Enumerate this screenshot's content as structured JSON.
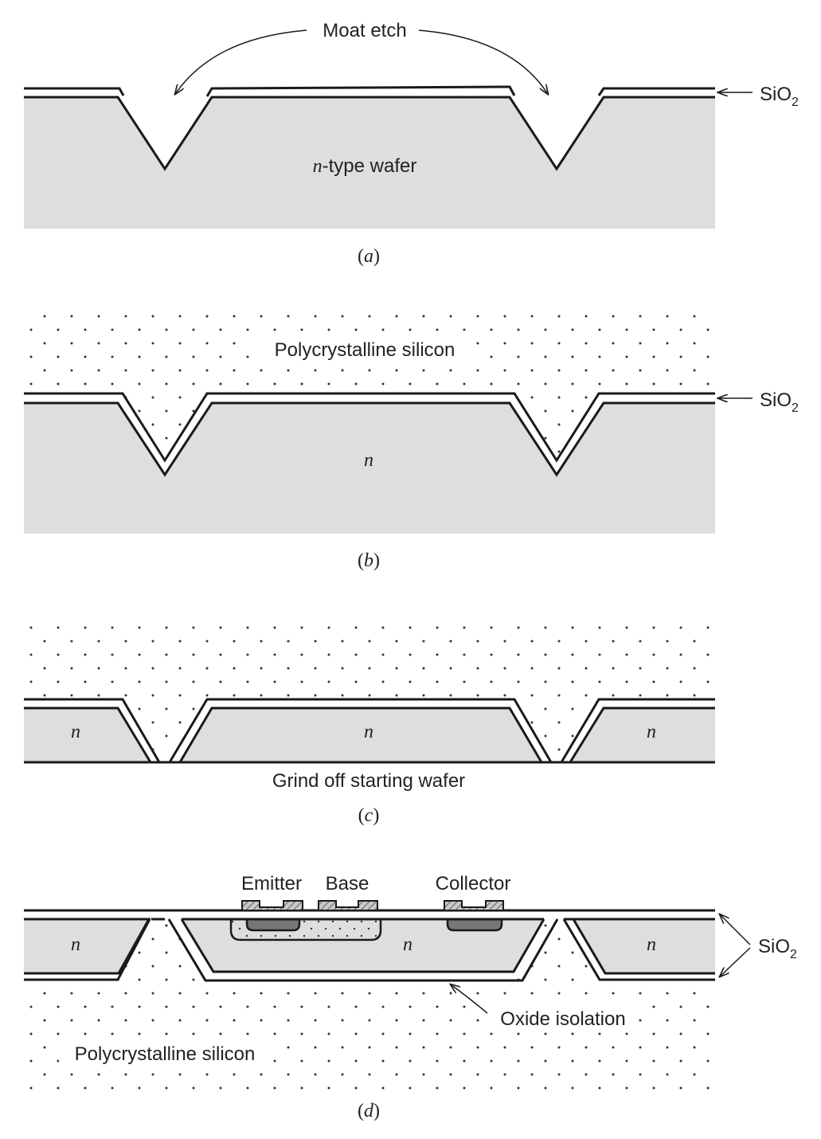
{
  "panel_a": {
    "moat_etch_label": "Moat etch",
    "sio2_label": "SiO",
    "sio2_sub": "2",
    "wafer_label_italic": "n",
    "wafer_label_rest": "-type wafer",
    "caption_open": "(",
    "caption_letter": "a",
    "caption_close": ")"
  },
  "panel_b": {
    "poly_label": "Polycrystalline silicon",
    "sio2_label": "SiO",
    "sio2_sub": "2",
    "n_label": "n",
    "caption_open": "(",
    "caption_letter": "b",
    "caption_close": ")"
  },
  "panel_c": {
    "n_left": "n",
    "n_center": "n",
    "n_right": "n",
    "grind_label": "Grind off starting wafer",
    "caption_open": "(",
    "caption_letter": "c",
    "caption_close": ")"
  },
  "panel_d": {
    "emitter_label": "Emitter",
    "base_label": "Base",
    "collector_label": "Collector",
    "n_left": "n",
    "n_center": "n",
    "n_right": "n",
    "sio2_label": "SiO",
    "sio2_sub": "2",
    "oxide_isolation_label": "Oxide isolation",
    "poly_label": "Polycrystalline silicon",
    "caption_open": "(",
    "caption_letter": "d",
    "caption_close": ")"
  },
  "colors": {
    "silicon_fill": "#dedede",
    "line": "#1a1a1a",
    "dot": "#333333",
    "contact_fill": "#bdbdbd",
    "emitter_fill": "#777777"
  }
}
